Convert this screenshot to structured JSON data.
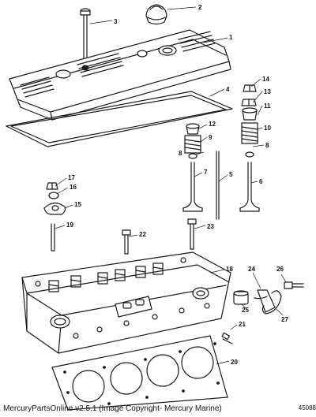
{
  "footer": {
    "copyright": "MercuryPartsOnline v2.5.1 (Image Copyright- Mercury Marine)",
    "drawing_number": "45088"
  },
  "callouts": {
    "c1": "1",
    "c2": "2",
    "c3": "3",
    "c4": "4",
    "c5": "5",
    "c6": "6",
    "c7": "7",
    "c8a": "8",
    "c8b": "8",
    "c9": "9",
    "c10": "10",
    "c11": "11",
    "c12": "12",
    "c13": "13",
    "c14": "14",
    "c15": "15",
    "c16": "16",
    "c17": "17",
    "c18": "18",
    "c19": "19",
    "c20": "20",
    "c21": "21",
    "c22": "22",
    "c23": "23",
    "c24": "24",
    "c25": "25",
    "c26": "26",
    "c27": "27"
  }
}
